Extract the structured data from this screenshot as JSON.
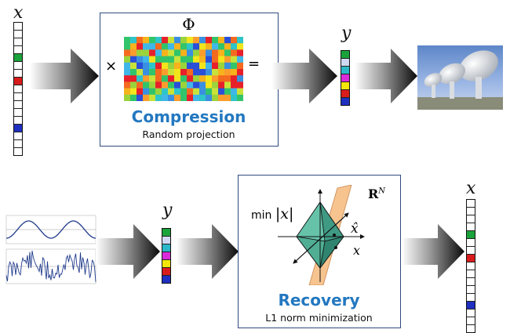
{
  "colors": {
    "box_border": "#2e4b7f",
    "title_blue": "#2378c0",
    "green": "#1aa33a",
    "red": "#d81c1c",
    "blue": "#1f2fbf",
    "cyan": "#2bb8c8",
    "magenta": "#d92bd9",
    "yellow": "#f2e60a",
    "light_blue": "#cfd8f2"
  },
  "top": {
    "x_label": "x",
    "x_vector": [
      "w",
      "w",
      "w",
      "w",
      "g",
      "w",
      "w",
      "r",
      "w",
      "w",
      "w",
      "w",
      "w",
      "b",
      "w",
      "w",
      "w"
    ],
    "phi_label": "Φ",
    "times": "×",
    "equals": "=",
    "title": "Compression",
    "subtitle": "Random projection",
    "y_label": "y",
    "y_vector": [
      "g",
      "l",
      "c",
      "m",
      "y",
      "r",
      "b"
    ],
    "image_icon": "radio-telescope-image"
  },
  "bottom": {
    "y_label": "y",
    "y_vector": [
      "g",
      "l",
      "c",
      "m",
      "y",
      "r",
      "b"
    ],
    "min_prefix": "min",
    "min_arg": "|x|",
    "space": "R",
    "space_sup": "N",
    "xhat": "x̂",
    "xvar": "x",
    "title": "Recovery",
    "subtitle": "L1 norm minimization",
    "x_label": "x",
    "x_vector": [
      "w",
      "w",
      "w",
      "w",
      "g",
      "w",
      "w",
      "r",
      "w",
      "w",
      "w",
      "w",
      "w",
      "b",
      "w",
      "w",
      "w"
    ],
    "signal_icon": "signal-plots-image"
  }
}
